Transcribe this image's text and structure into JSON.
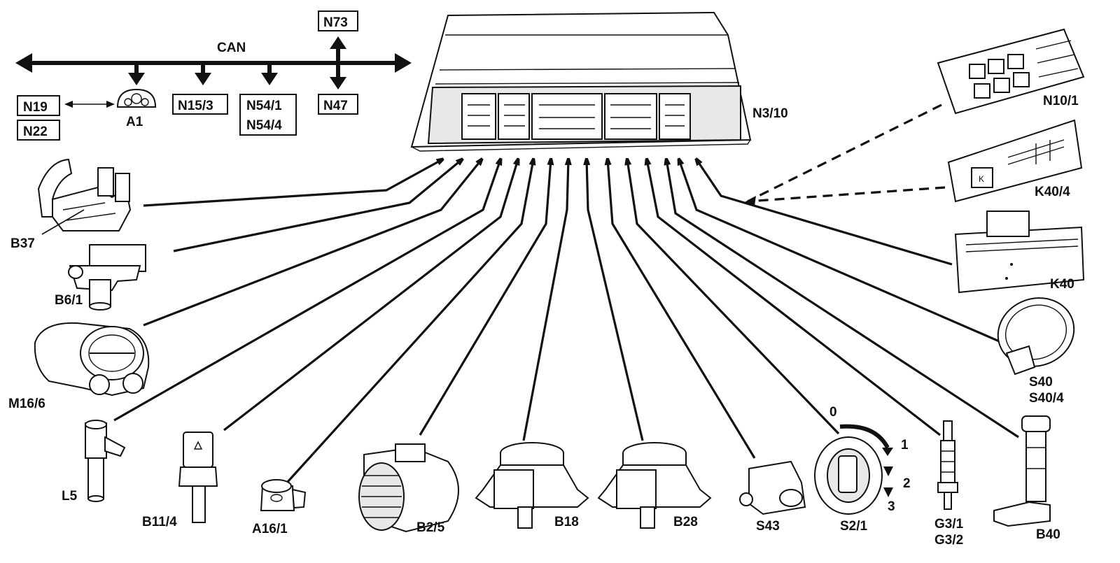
{
  "bus": {
    "label": "CAN"
  },
  "modules": {
    "n73": "N73",
    "n47": "N47",
    "n19": "N19",
    "n22": "N22",
    "a1": "A1",
    "n15_3": "N15/3",
    "n54_1": "N54/1",
    "n54_4": "N54/4"
  },
  "control_unit": {
    "label": "N3/10"
  },
  "components": {
    "b37": "B37",
    "b6_1": "B6/1",
    "m16_6": "M16/6",
    "l5": "L5",
    "b11_4": "B11/4",
    "a16_1": "A16/1",
    "b2_5": "B2/5",
    "b18": "B18",
    "b28": "B28",
    "s43": "S43",
    "s2_1": "S2/1",
    "s2_1_pos0": "0",
    "s2_1_pos1": "1",
    "s2_1_pos2": "2",
    "s2_1_pos3": "3",
    "g3_1": "G3/1",
    "g3_2": "G3/2",
    "b40": "B40",
    "s40": "S40",
    "s40_4": "S40/4",
    "k40": "K40",
    "k40_4": "K40/4",
    "n10_1": "N10/1"
  }
}
